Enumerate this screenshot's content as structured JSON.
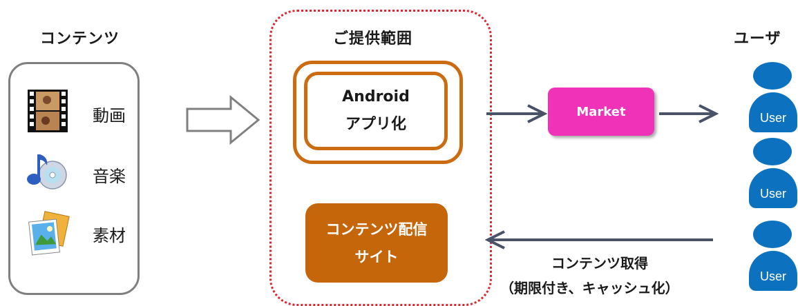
{
  "headers": {
    "contents": "コンテンツ",
    "scope": "ご提供範囲",
    "users": "ユーザ"
  },
  "content_items": [
    {
      "label": "動画",
      "icon": "film-icon"
    },
    {
      "label": "音楽",
      "icon": "music-cd-icon"
    },
    {
      "label": "素材",
      "icon": "pictures-icon"
    }
  ],
  "app_box": {
    "line1": "Android",
    "line2": "アプリ化"
  },
  "site_box": {
    "line1": "コンテンツ配信",
    "line2": "サイト"
  },
  "market": {
    "label": "Market"
  },
  "users": [
    {
      "label": "User"
    },
    {
      "label": "User"
    },
    {
      "label": "User"
    }
  ],
  "return_flow": {
    "line1": "コンテンツ取得",
    "line2": "（期限付き、キャッシュ化）"
  },
  "colors": {
    "scope_border": "#e0242e",
    "app_border": "#cc6c12",
    "site_fill": "#c5660a",
    "market_fill": "#f032b8",
    "user_fill": "#0c72c0",
    "arrow": "#4a5268",
    "panel_border": "#7f7f7f"
  }
}
